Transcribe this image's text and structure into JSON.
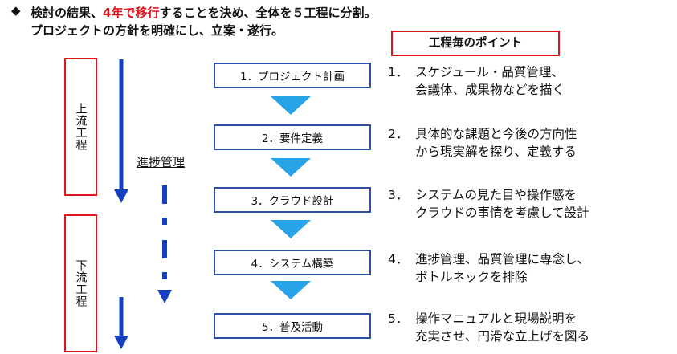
{
  "headline": {
    "line1_part1": "検討の結果、",
    "line1_red": "4年で移行",
    "line1_part2": "することを決め、全体を５工程に分割。",
    "line2": "プロジェクトの方針を明確にし、立案・遂行。"
  },
  "points_header": "工程毎のポイント",
  "phases": [
    "上流工程",
    "下流工程"
  ],
  "management_label": "進捗管理",
  "steps": [
    {
      "label": "1．プロジェクト計画",
      "num": "1．",
      "line1": "スケジュール・品質管理、",
      "line2": "会議体、成果物などを描く"
    },
    {
      "label": "2．要件定義",
      "num": "2．",
      "line1": "具体的な課題と今後の方向性",
      "line2": "から現実解を探り、定義する"
    },
    {
      "label": "3．クラウド設計",
      "num": "3．",
      "line1": "システムの見た目や操作感を",
      "line2": "クラウドの事情を考慮して設計"
    },
    {
      "label": "4．システム構築",
      "num": "4．",
      "line1": "進捗管理、品質管理に専念し、",
      "line2": "ボトルネックを排除"
    },
    {
      "label": "5．普及活動",
      "num": "5．",
      "line1": "操作マニュアルと現場説明を",
      "line2": "充実させ、円滑な立上げを図る"
    }
  ],
  "colors": {
    "accent_red": "#e0141e",
    "step_border": "#2e4fa5",
    "chevron": "#29a3e8",
    "arrow_blue": "#1540c0"
  }
}
